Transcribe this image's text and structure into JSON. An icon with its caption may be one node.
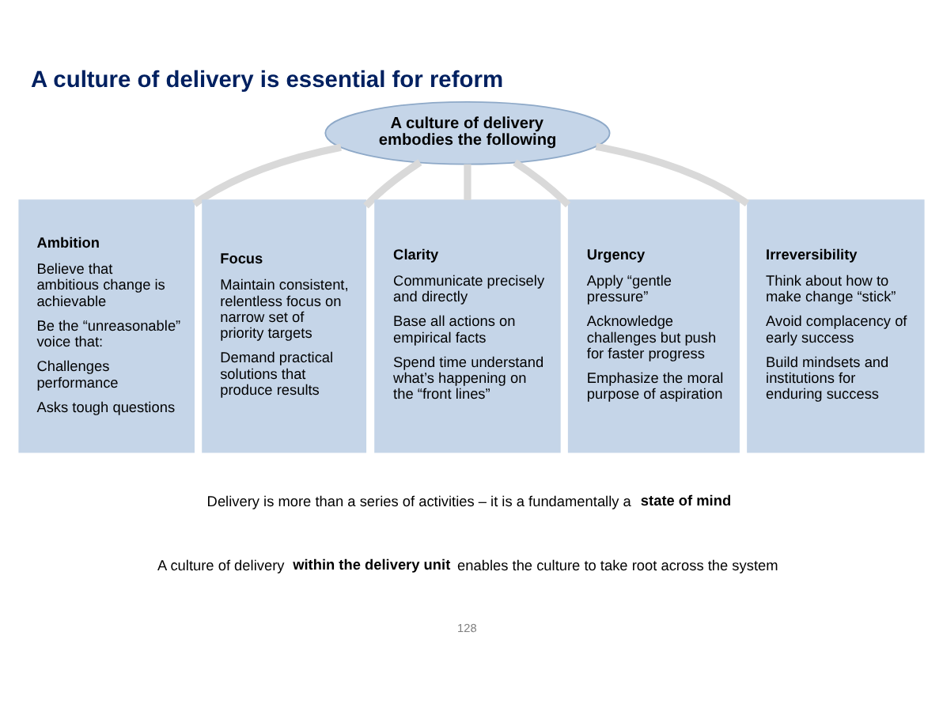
{
  "diagram": {
    "title": "A culture of delivery is essential for reform",
    "nodes": [
      {
        "text": [
          "A culture of delivery embodies the following"
        ]
      },
      {
        "text": [
          "Ambition",
          "Believe that ambitious change is achievable",
          "Be the “unreasonable” voice that:",
          "Challenges performance",
          "Asks tough questions"
        ]
      },
      {
        "text": [
          "Focus",
          "Maintain consistent, relentless focus on narrow set of priority targets",
          "Demand practical solutions that produce results"
        ]
      },
      {
        "text": [
          "Clarity",
          "Communicate precisely and directly",
          "Base all actions on empirical facts",
          "Spend time understand what’s happening on the “front lines”"
        ]
      },
      {
        "text": [
          "Urgency",
          "Apply “gentle pressure”",
          "Acknowledge challenges but push for faster progress",
          "Emphasize the moral purpose of aspiration"
        ]
      },
      {
        "text": [
          "Irreversibility",
          "Think about how to make change “stick”",
          "Avoid complacency of early success",
          "Build mindsets and institutions for enduring success"
        ]
      }
    ],
    "edges": [
      {
        "from": 0,
        "to": 1,
        "arrow": "none"
      },
      {
        "from": 0,
        "to": 2,
        "arrow": "none"
      },
      {
        "from": 0,
        "to": 3,
        "arrow": "none"
      },
      {
        "from": 0,
        "to": 4,
        "arrow": "none"
      },
      {
        "from": 0,
        "to": 5,
        "arrow": "none"
      }
    ],
    "labels": [
      "Delivery is more than a series of activities – it is a fundamentally a **state of mind**",
      "A culture of delivery **within the delivery unit** enables the culture to take root across the system",
      "128"
    ]
  }
}
